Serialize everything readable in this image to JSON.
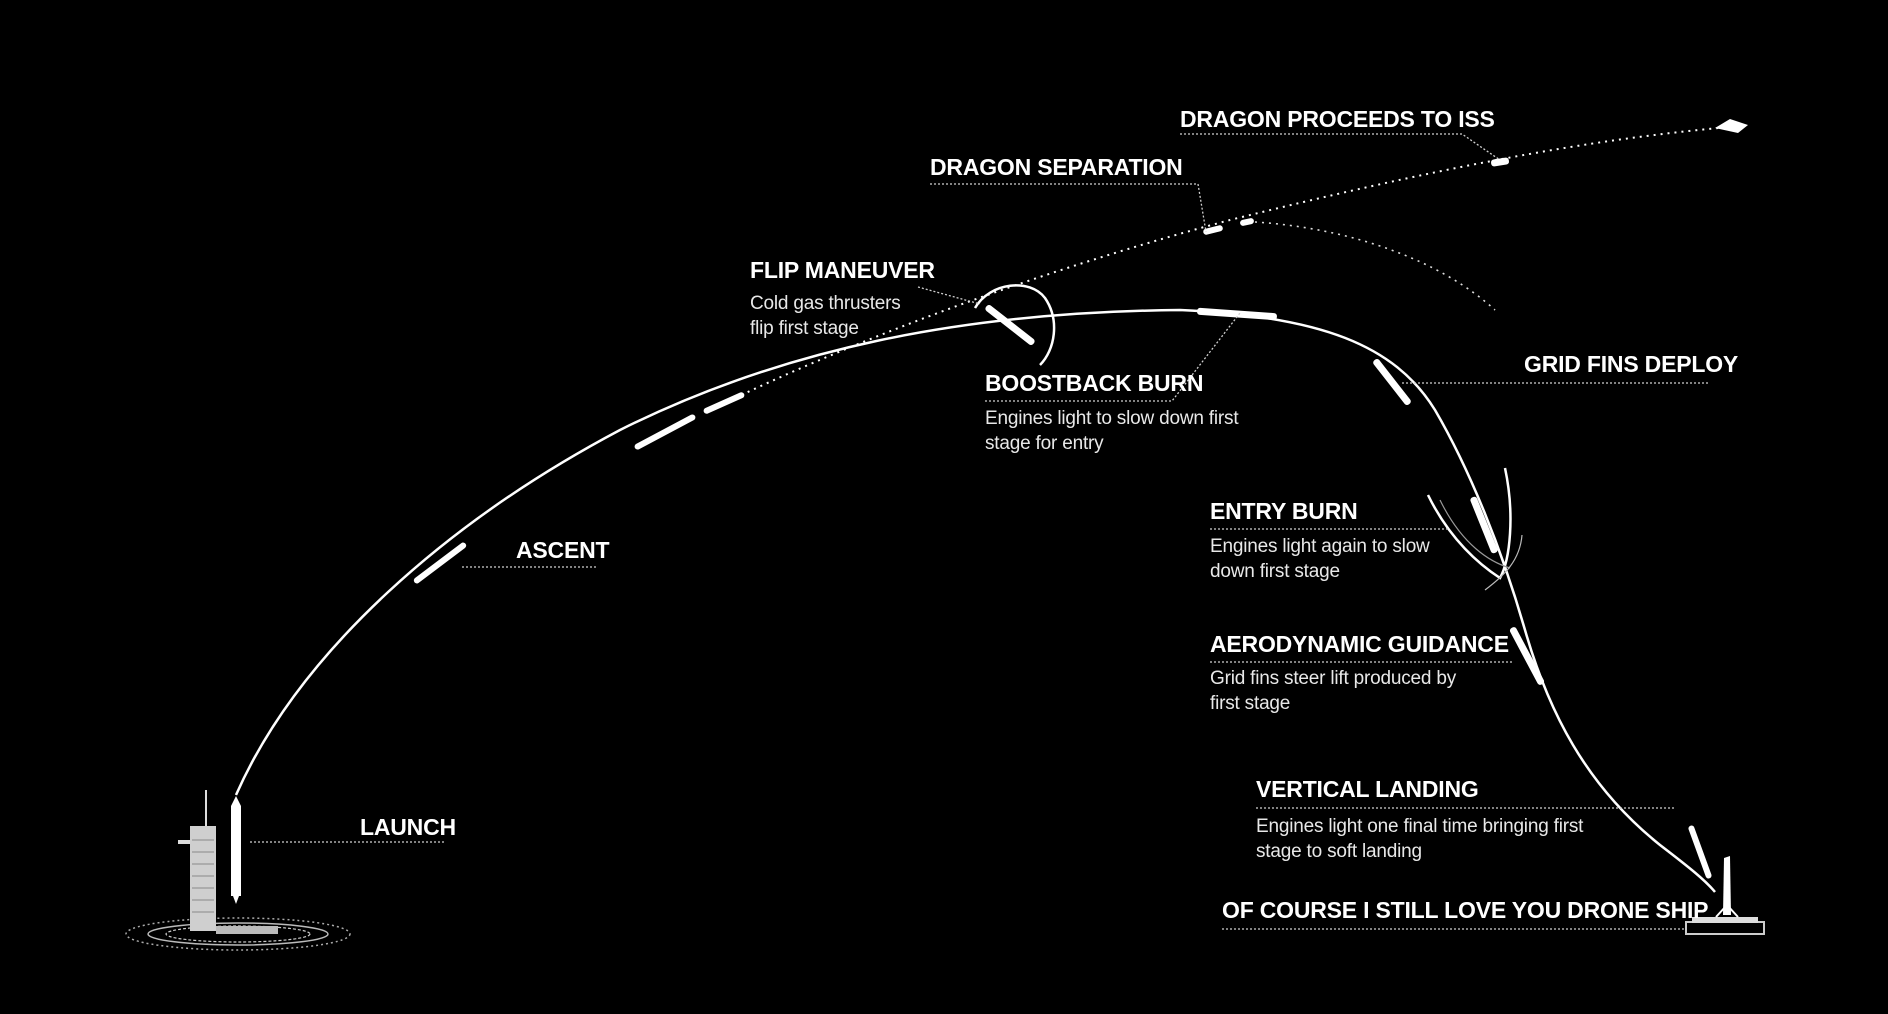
{
  "diagram": {
    "background_color": "#000000",
    "line_color": "#ffffff",
    "steps": {
      "launch": {
        "title": "LAUNCH"
      },
      "ascent": {
        "title": "ASCENT"
      },
      "flip": {
        "title": "FLIP MANEUVER",
        "desc_line1": "Cold gas thrusters",
        "desc_line2": "flip first stage"
      },
      "dragon_sep": {
        "title": "DRAGON SEPARATION"
      },
      "dragon_iss": {
        "title": "DRAGON PROCEEDS TO ISS"
      },
      "boostback": {
        "title": "BOOSTBACK BURN",
        "desc_line1": "Engines light to slow down first",
        "desc_line2": "stage for entry"
      },
      "grid_fins": {
        "title": "GRID FINS DEPLOY"
      },
      "entry": {
        "title": "ENTRY BURN",
        "desc_line1": "Engines light again to slow",
        "desc_line2": "down first stage"
      },
      "aero": {
        "title": "AERODYNAMIC GUIDANCE",
        "desc_line1": "Grid fins steer lift produced by",
        "desc_line2": "first stage"
      },
      "landing": {
        "title": "VERTICAL LANDING",
        "desc_line1": "Engines light one final time bringing first",
        "desc_line2": "stage to soft landing"
      },
      "drone_ship": {
        "title": "OF COURSE I STILL LOVE YOU DRONE SHIP"
      }
    }
  }
}
